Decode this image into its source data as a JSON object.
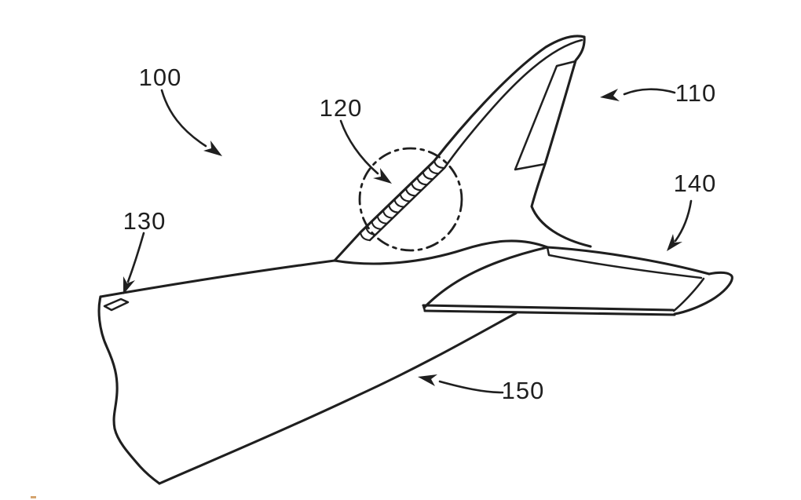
{
  "figure": {
    "kind": "patent-style line drawing",
    "subject": "aircraft aft fuselage and empennage with circled leading-edge detail on the vertical stabilizer",
    "background_color": "#ffffff",
    "ink_color": "#1f1f1f",
    "artifact_color": "#d09a5e"
  },
  "reference_labels": {
    "assembly": "100",
    "vertical_stabilizer": "110",
    "leading_edge_detail": "120",
    "tail_position_marker": "130",
    "horizontal_stabilizer": "140",
    "aft_fuselage": "150"
  }
}
